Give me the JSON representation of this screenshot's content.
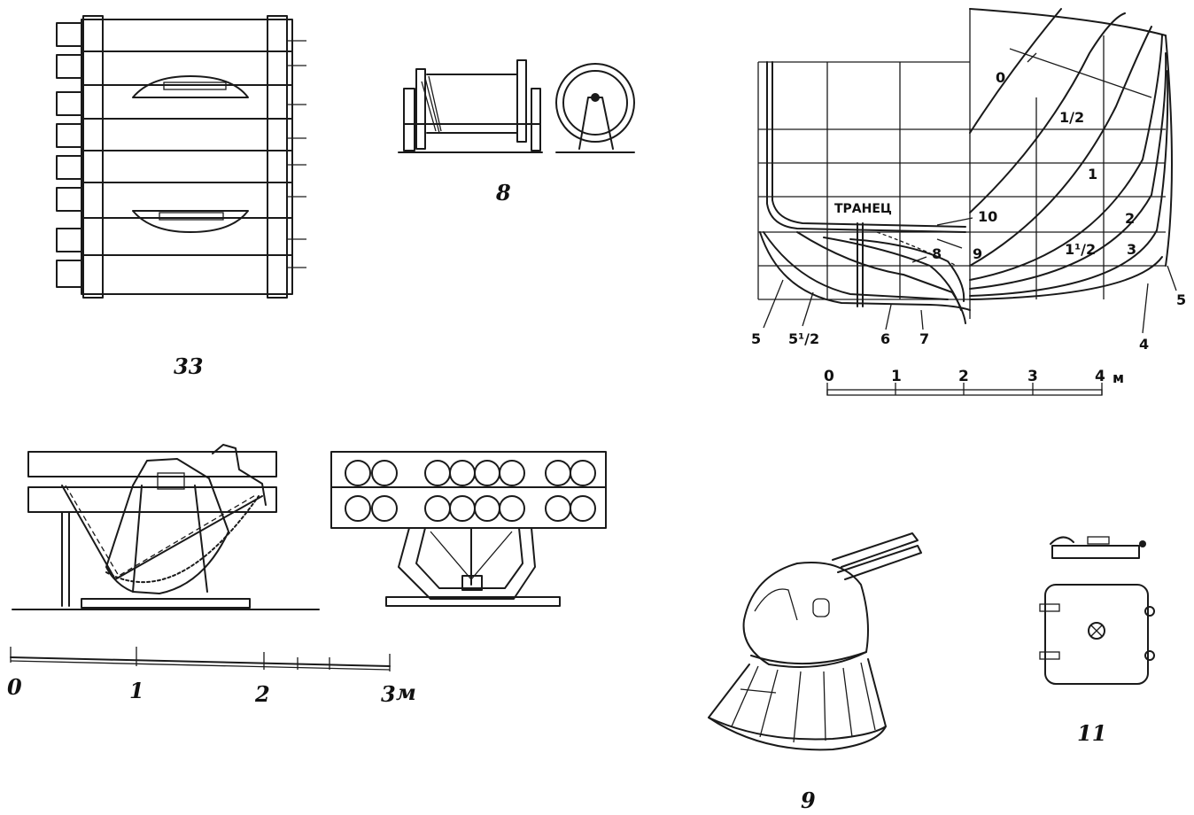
{
  "figures": {
    "fig33": {
      "caption": "33"
    },
    "fig8": {
      "caption": "8"
    },
    "fig9": {
      "caption": "9"
    },
    "fig11": {
      "caption": "11"
    }
  },
  "body_plan": {
    "transom_label": "ТРАНЕЦ",
    "station_labels": {
      "s0": "0",
      "s1_2": "1/2",
      "s1": "1",
      "s2": "2",
      "s1_1_2": "1¹/2",
      "s3": "3",
      "s5_right": "5",
      "s4": "4",
      "s10": "10",
      "s9": "9",
      "s8": "8",
      "s5_left": "5",
      "s5_1_2": "5¹/2",
      "s6": "6",
      "s7": "7"
    },
    "scale": {
      "ticks": [
        "0",
        "1",
        "2",
        "3",
        "4"
      ],
      "unit": "м"
    }
  },
  "launcher_scale": {
    "ticks": [
      "0",
      "1",
      "2",
      "3"
    ],
    "unit": "м"
  }
}
